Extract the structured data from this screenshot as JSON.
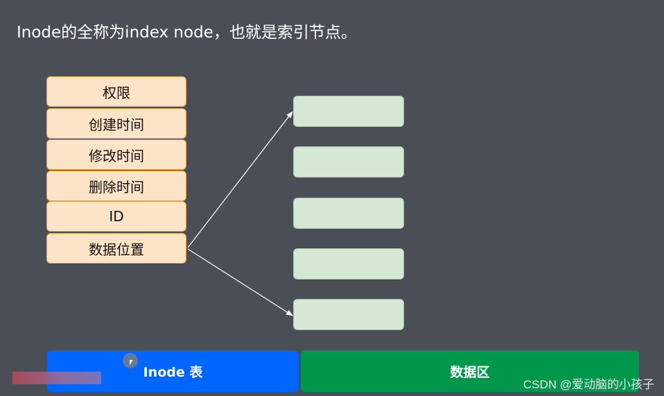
{
  "title": "Inode的全称为index node，也就是索引节点。",
  "inode_fields": [
    "权限",
    "创建时间",
    "修改时间",
    "删除时间",
    "ID",
    "数据位置"
  ],
  "data_block_count": 5,
  "bottom_bar": {
    "inode_label": "Inode 表",
    "data_label": "数据区"
  },
  "watermark": "CSDN @爱动脑的小孩子",
  "colors": {
    "background": "#4a4f57",
    "field_fill": "#fee4c7",
    "field_border": "#e8a63a",
    "block_fill": "#d5e8d4",
    "inode_bar": "#0066ff",
    "data_bar": "#00964b",
    "arrow": "#ffffff"
  }
}
